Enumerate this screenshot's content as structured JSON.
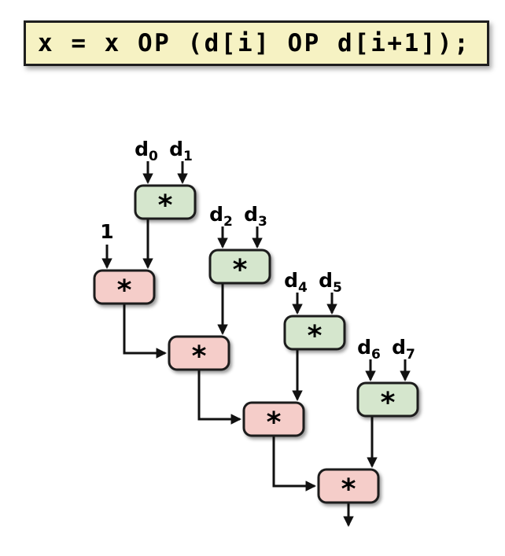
{
  "code_box": {
    "code": "x = x OP (d[i] OP d[i+1]);"
  },
  "diagram": {
    "op": "*",
    "init": "1",
    "inputs": [
      {
        "base": "d",
        "sub": "0"
      },
      {
        "base": "d",
        "sub": "1"
      },
      {
        "base": "d",
        "sub": "2"
      },
      {
        "base": "d",
        "sub": "3"
      },
      {
        "base": "d",
        "sub": "4"
      },
      {
        "base": "d",
        "sub": "5"
      },
      {
        "base": "d",
        "sub": "6"
      },
      {
        "base": "d",
        "sub": "7"
      }
    ],
    "colors": {
      "pair_node_fill": "#d5e6cd",
      "chain_node_fill": "#f5cdc9",
      "node_border": "#1b1b1b",
      "code_bg": "#f6f2c3",
      "arrow": "#111111"
    }
  }
}
